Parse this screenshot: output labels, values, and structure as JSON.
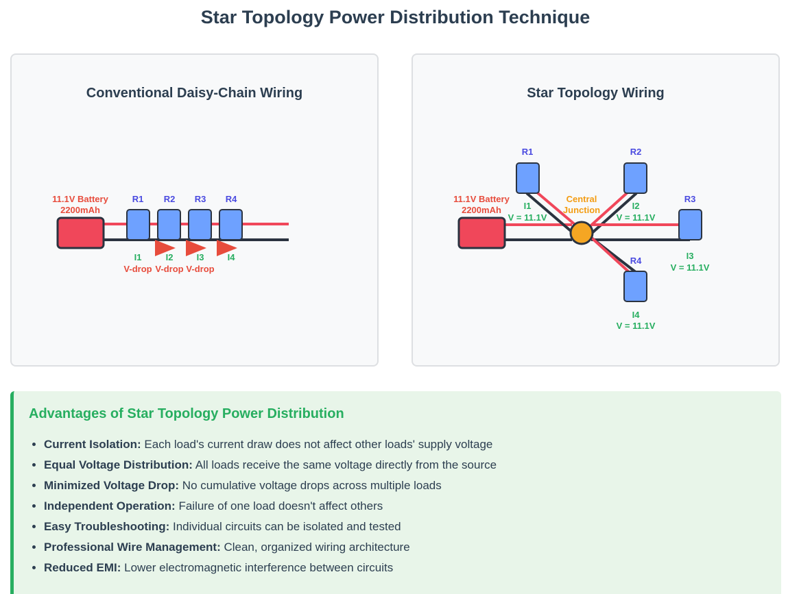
{
  "title": "Star Topology Power Distribution Technique",
  "colors": {
    "positive_wire": "#f0475a",
    "ground_wire": "#2b3340",
    "battery": "#f0475a",
    "load": "#6ea1ff",
    "junction": "#f5a623",
    "label_load": "#4a4ae0",
    "label_current": "#27ae60",
    "label_drop": "#e74c3c",
    "label_battery": "#e74c3c",
    "label_junction": "#f39c12"
  },
  "daisy_chain": {
    "title": "Conventional Daisy-Chain Wiring",
    "battery_label_1": "11.1V Battery",
    "battery_label_2": "2200mAh",
    "loads": [
      "R1",
      "R2",
      "R3",
      "R4"
    ],
    "currents": [
      "I1",
      "I2",
      "I3",
      "I4"
    ],
    "drops": [
      "V-drop",
      "V-drop",
      "V-drop"
    ]
  },
  "star": {
    "title": "Star Topology Wiring",
    "battery_label_1": "11.1V Battery",
    "battery_label_2": "2200mAh",
    "junction_label_1": "Central",
    "junction_label_2": "Junction",
    "loads": [
      "R1",
      "R2",
      "R3",
      "R4"
    ],
    "currents": [
      "I1",
      "I2",
      "I3",
      "I4"
    ],
    "voltage": "V = 11.1V"
  },
  "advantages": {
    "title": "Advantages of Star Topology Power Distribution",
    "items": [
      {
        "term": "Current Isolation:",
        "text": " Each load's current draw does not affect other loads' supply voltage"
      },
      {
        "term": "Equal Voltage Distribution:",
        "text": " All loads receive the same voltage directly from the source"
      },
      {
        "term": "Minimized Voltage Drop:",
        "text": " No cumulative voltage drops across multiple loads"
      },
      {
        "term": "Independent Operation:",
        "text": " Failure of one load doesn't affect others"
      },
      {
        "term": "Easy Troubleshooting:",
        "text": " Individual circuits can be isolated and tested"
      },
      {
        "term": "Professional Wire Management:",
        "text": " Clean, organized wiring architecture"
      },
      {
        "term": "Reduced EMI:",
        "text": " Lower electromagnetic interference between circuits"
      }
    ]
  }
}
